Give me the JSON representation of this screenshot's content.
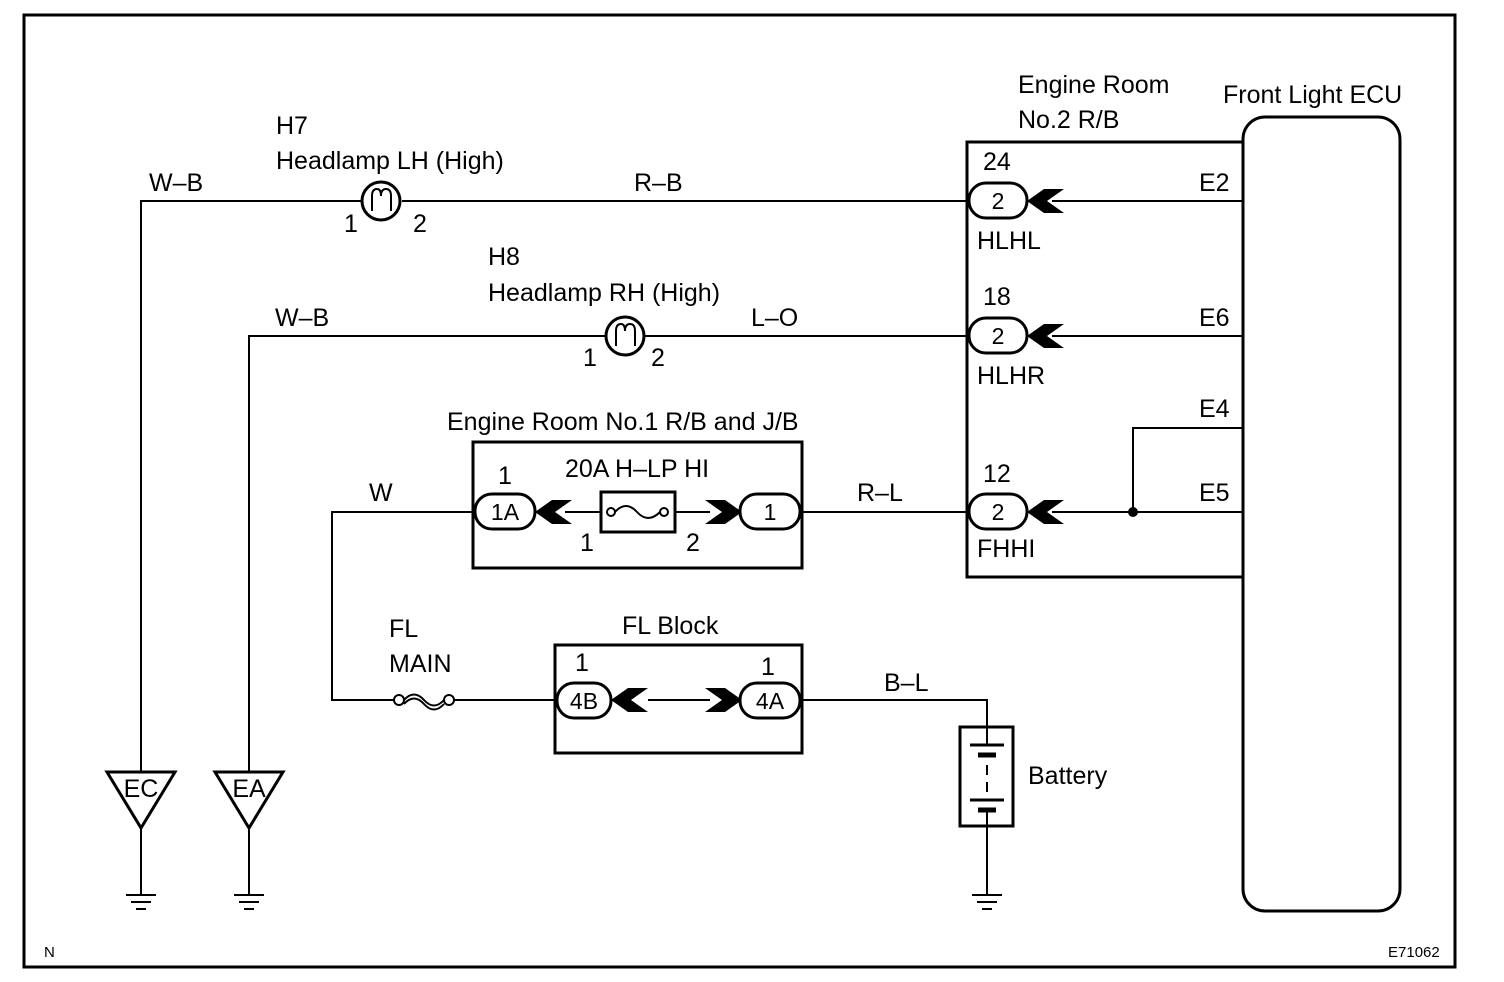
{
  "diagram": {
    "ecu_label": "Front Light ECU",
    "rb2": {
      "label_line1": "Engine Room",
      "label_line2": "No.2 R/B"
    },
    "rb1": {
      "label": "Engine Room No.1 R/B and J/B",
      "fuse_label": "20A H–LP HI",
      "fuse_pin_left": "1",
      "fuse_pin_right": "2",
      "in_pin_top": "1",
      "in_conn": "1A",
      "out_conn": "1"
    },
    "fl_block": {
      "label": "FL Block",
      "left_pin_top": "1",
      "left_conn": "4B",
      "right_pin_top": "1",
      "right_conn": "4A"
    },
    "fl_main": {
      "line1": "FL",
      "line2": "MAIN"
    },
    "battery": "Battery",
    "h7": {
      "code": "H7",
      "name": "Headlamp LH (High)",
      "pin1": "1",
      "pin2": "2"
    },
    "h8": {
      "code": "H8",
      "name": "Headlamp RH (High)",
      "pin1": "1",
      "pin2": "2"
    },
    "wires": {
      "h7_ground": "W–B",
      "h7_out": "R–B",
      "h8_ground": "W–B",
      "h8_out": "L–O",
      "w_main": "W",
      "r_l": "R–L",
      "b_l": "B–L"
    },
    "ecu_pins": {
      "e2": "E2",
      "e6": "E6",
      "e4": "E4",
      "e5": "E5"
    },
    "rb2_conns": [
      {
        "num": "24",
        "pin": "2",
        "name": "HLHL"
      },
      {
        "num": "18",
        "pin": "2",
        "name": "HLHR"
      },
      {
        "num": "12",
        "pin": "2",
        "name": "FHHI"
      }
    ],
    "grounds": {
      "ec": "EC",
      "ea": "EA"
    },
    "corner_left": "N",
    "corner_right": "E71062"
  }
}
